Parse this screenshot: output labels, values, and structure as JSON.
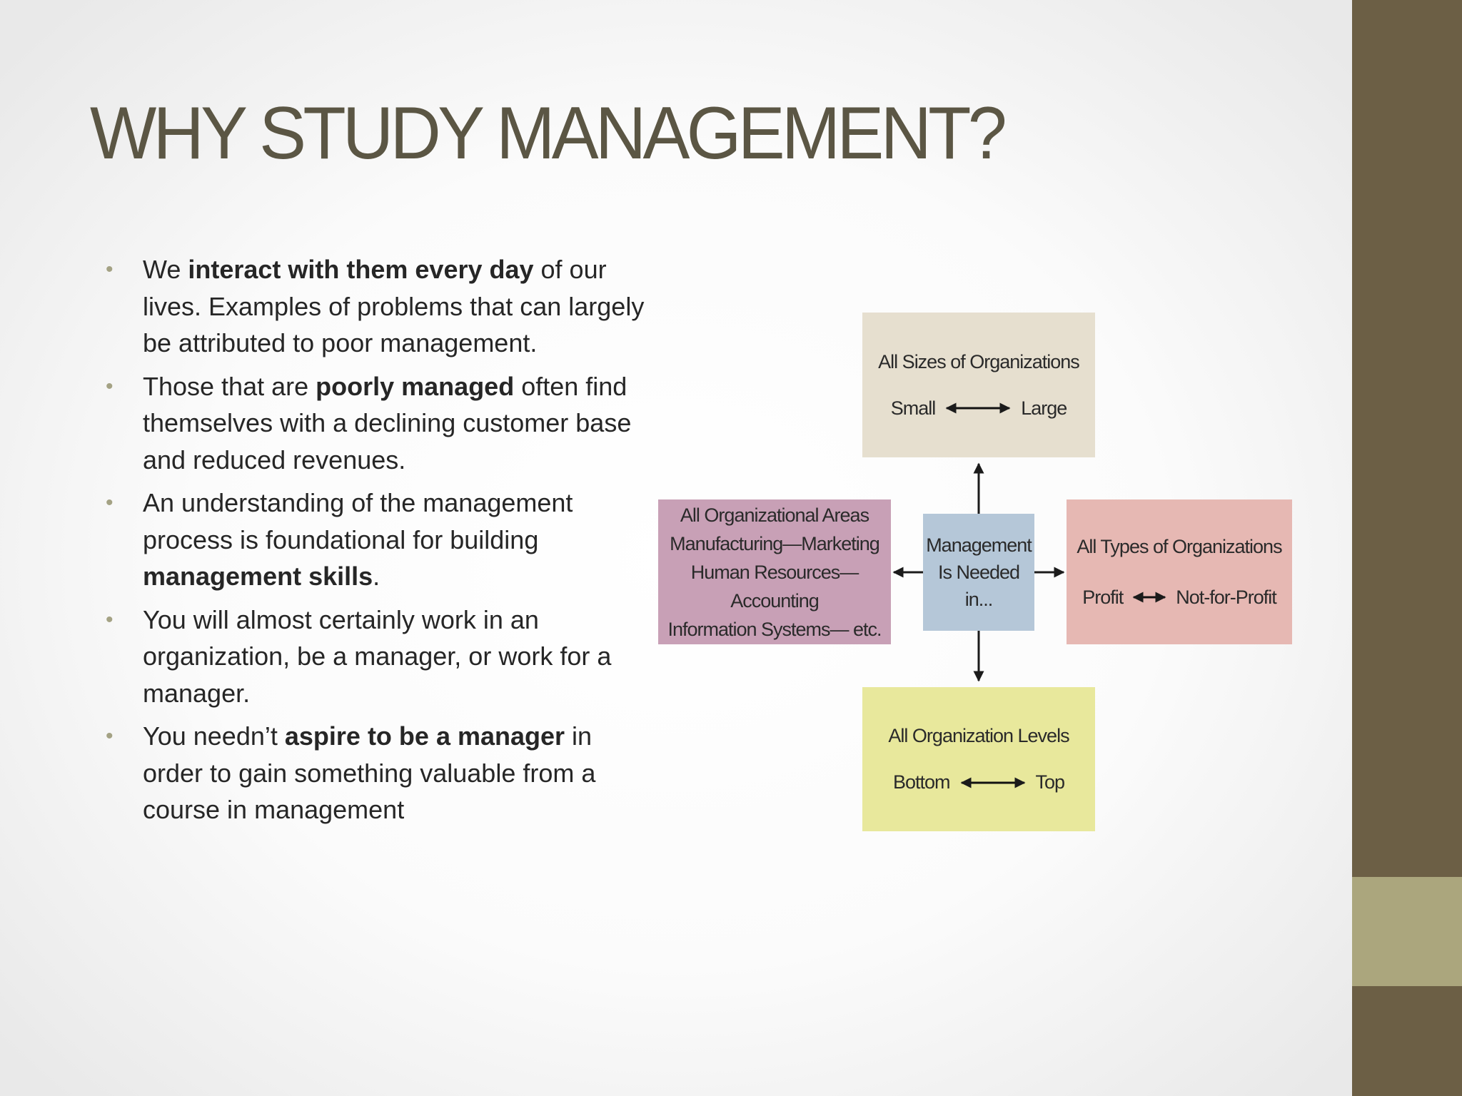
{
  "slide": {
    "title": "WHY STUDY MANAGEMENT?",
    "bullet_glyph": "•",
    "bullets": [
      {
        "segments": [
          {
            "text": "We ",
            "bold": false
          },
          {
            "text": "interact with them every day",
            "bold": true
          },
          {
            "text": " of our lives. Examples of problems that can largely be attributed to poor management.",
            "bold": false
          }
        ]
      },
      {
        "segments": [
          {
            "text": "Those that are ",
            "bold": false
          },
          {
            "text": "poorly managed",
            "bold": true
          },
          {
            "text": " often find themselves with a declining customer base and reduced revenues.",
            "bold": false
          }
        ]
      },
      {
        "segments": [
          {
            "text": "An understanding of the management process is foundational for building ",
            "bold": false
          },
          {
            "text": "management skills",
            "bold": true
          },
          {
            "text": ".",
            "bold": false
          }
        ]
      },
      {
        "segments": [
          {
            "text": "You will almost certainly work in an organization, be a manager, or work for a manager.",
            "bold": false
          }
        ]
      },
      {
        "segments": [
          {
            "text": "You needn’t ",
            "bold": false
          },
          {
            "text": "aspire to be a manager",
            "bold": true
          },
          {
            "text": " in order to gain something valuable from a course in management",
            "bold": false
          }
        ]
      }
    ]
  },
  "diagram": {
    "center": {
      "line1": "Management",
      "line2": "Is Needed",
      "line3": "in..."
    },
    "top": {
      "title": "All Sizes of Organizations",
      "left": "Small",
      "right": "Large"
    },
    "right": {
      "title": "All Types of Organizations",
      "left": "Profit",
      "right": "Not-for-Profit"
    },
    "bottom": {
      "title": "All Organization Levels",
      "left": "Bottom",
      "right": "Top"
    },
    "left": {
      "line1": "All Organizational Areas",
      "line2": "Manufacturing—Marketing",
      "line3": "Human Resources—Accounting",
      "line4": "Information Systems— etc."
    }
  },
  "colors": {
    "title": "#5b5644",
    "sidebar": "#6c5f45",
    "sidebar_band": "#aba67d",
    "bullet": "#a4a284",
    "box_top": "#e6dfcf",
    "box_right": "#e6b8b3",
    "box_bottom": "#e8e89c",
    "box_left": "#c8a0b6",
    "box_center": "#b5c7d8"
  }
}
